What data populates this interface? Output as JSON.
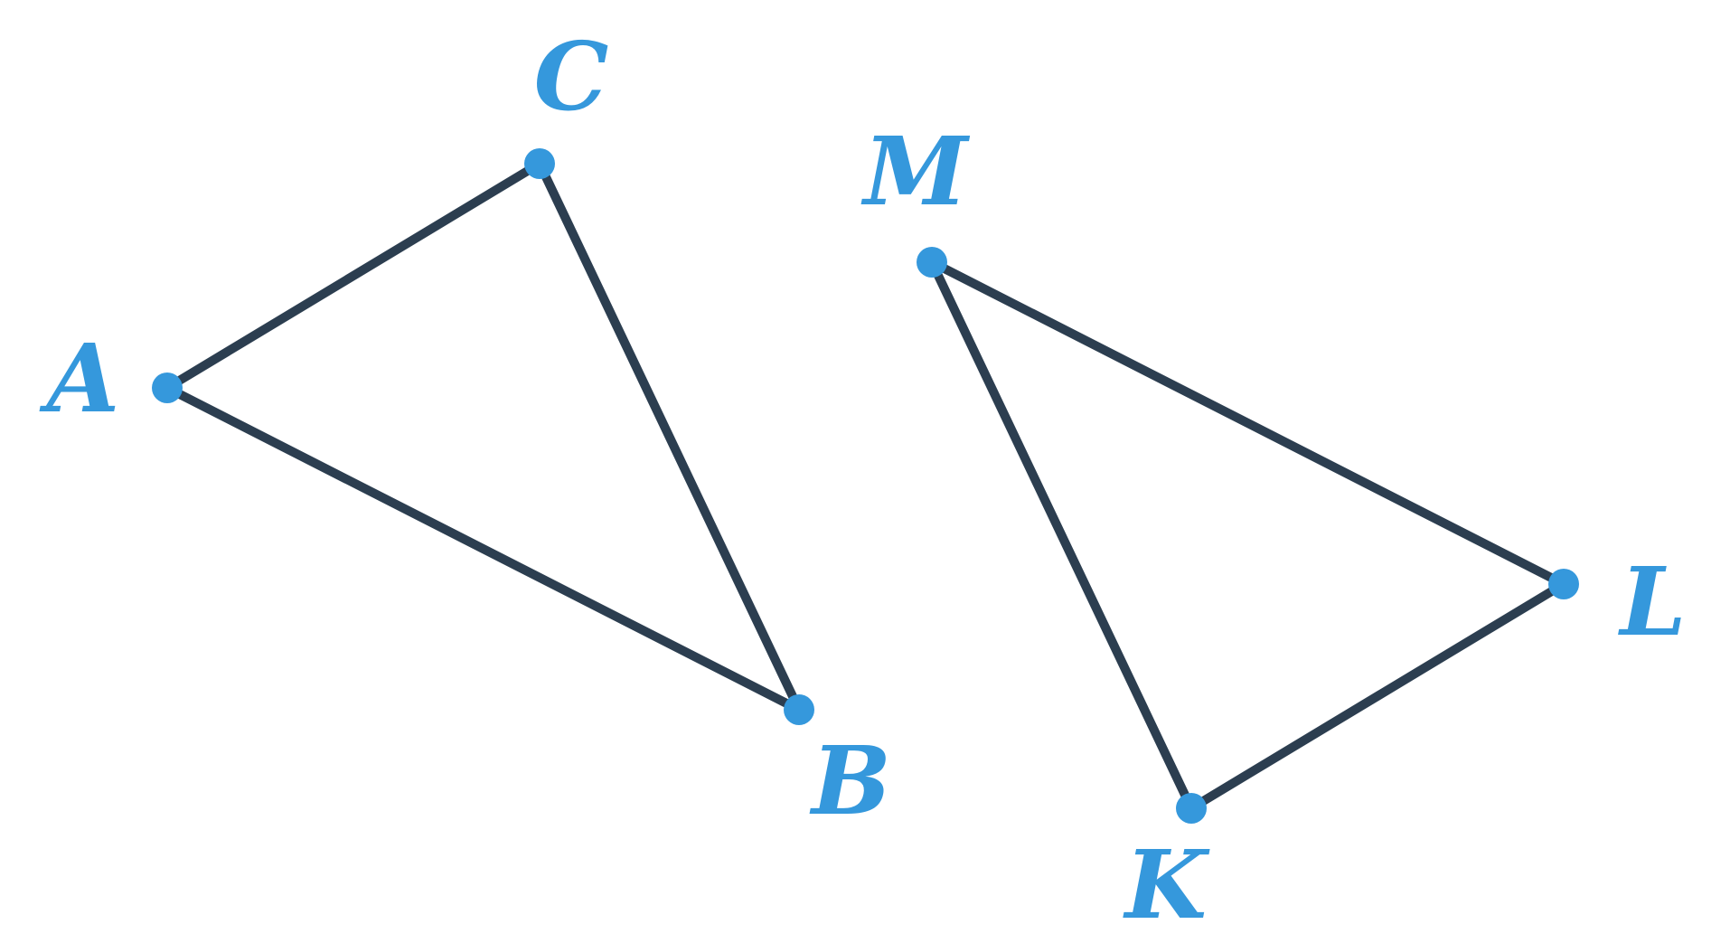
{
  "figure": {
    "colors": {
      "edge": "#2c3e50",
      "vertex": "#3598dc",
      "label": "#3598dc",
      "background": "#ffffff"
    },
    "triangles": [
      {
        "vertices": [
          "A",
          "B",
          "C"
        ],
        "edges": [
          [
            "A",
            "C"
          ],
          [
            "C",
            "B"
          ],
          [
            "A",
            "B"
          ]
        ]
      },
      {
        "vertices": [
          "M",
          "L",
          "K"
        ],
        "edges": [
          [
            "M",
            "L"
          ],
          [
            "L",
            "K"
          ],
          [
            "M",
            "K"
          ]
        ]
      }
    ],
    "labels": {
      "A": "A",
      "B": "B",
      "C": "C",
      "M": "M",
      "L": "L",
      "K": "K"
    }
  }
}
